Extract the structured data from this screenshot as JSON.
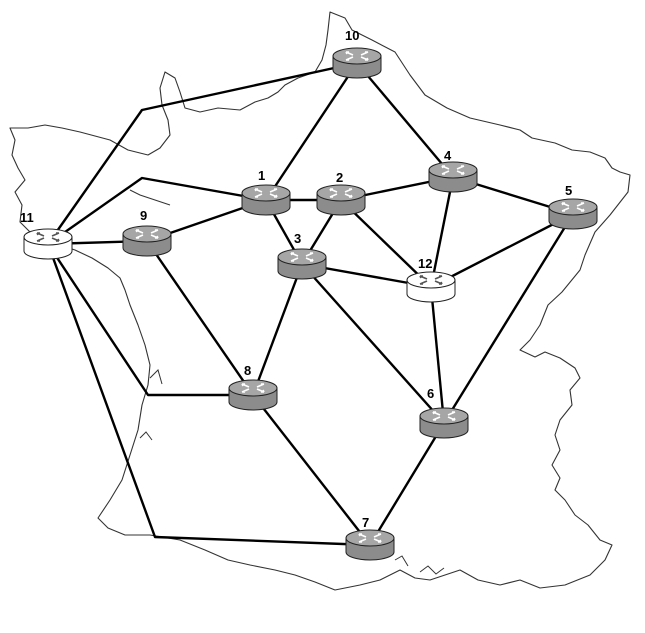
{
  "routers": [
    {
      "id": "1",
      "label": "1",
      "style": "core"
    },
    {
      "id": "2",
      "label": "2",
      "style": "core"
    },
    {
      "id": "3",
      "label": "3",
      "style": "core"
    },
    {
      "id": "4",
      "label": "4",
      "style": "core"
    },
    {
      "id": "5",
      "label": "5",
      "style": "core"
    },
    {
      "id": "6",
      "label": "6",
      "style": "core"
    },
    {
      "id": "7",
      "label": "7",
      "style": "core"
    },
    {
      "id": "8",
      "label": "8",
      "style": "core"
    },
    {
      "id": "9",
      "label": "9",
      "style": "core"
    },
    {
      "id": "10",
      "label": "10",
      "style": "core"
    },
    {
      "id": "11",
      "label": "11",
      "style": "edge"
    },
    {
      "id": "12",
      "label": "12",
      "style": "edge"
    }
  ],
  "links": [
    [
      "10",
      "1"
    ],
    [
      "10",
      "4"
    ],
    [
      "10",
      "11"
    ],
    [
      "1",
      "2"
    ],
    [
      "1",
      "3"
    ],
    [
      "1",
      "9"
    ],
    [
      "1",
      "11"
    ],
    [
      "2",
      "3"
    ],
    [
      "2",
      "4"
    ],
    [
      "2",
      "12"
    ],
    [
      "3",
      "8"
    ],
    [
      "3",
      "6"
    ],
    [
      "3",
      "12"
    ],
    [
      "4",
      "5"
    ],
    [
      "4",
      "12"
    ],
    [
      "5",
      "12"
    ],
    [
      "5",
      "6"
    ],
    [
      "6",
      "7"
    ],
    [
      "6",
      "12"
    ],
    [
      "7",
      "8"
    ],
    [
      "7",
      "11"
    ],
    [
      "8",
      "9"
    ],
    [
      "8",
      "11"
    ],
    [
      "9",
      "11"
    ]
  ],
  "colors": {
    "core_router": "#8c8c8c",
    "core_router_top": "#a6a6a6",
    "edge_router": "#ffffff",
    "link": "#000000",
    "map_outline": "#333333"
  }
}
